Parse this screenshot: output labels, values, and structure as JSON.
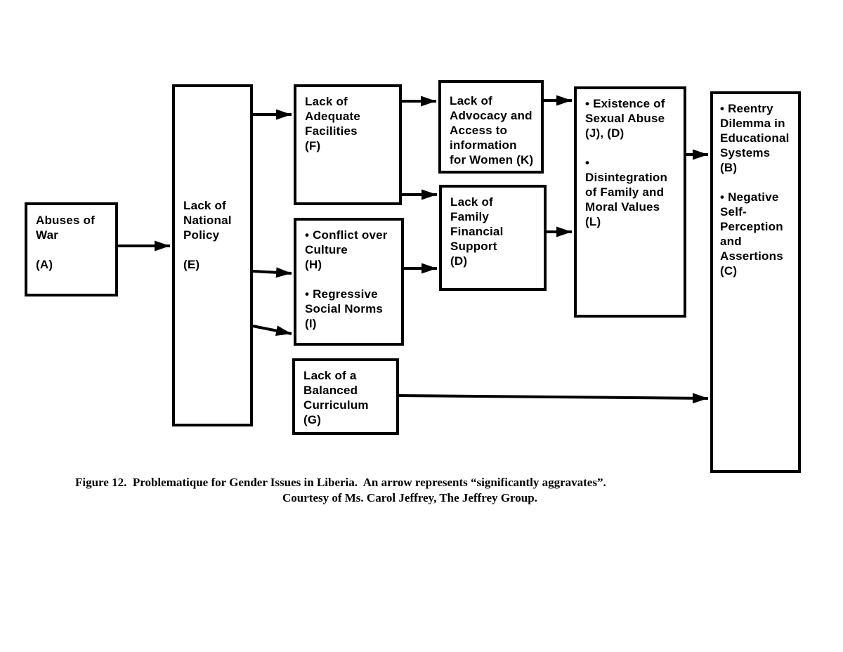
{
  "figure": {
    "caption_line1": "Figure 12.  Problematique for Gender Issues in Liberia.  An arrow represents “significantly aggravates”.",
    "caption_line2": "Courtesy of Ms. Carol Jeffrey, The Jeffrey Group."
  },
  "diagram": {
    "title": "Problematique for Gender Issues in Liberia",
    "arrow_meaning": "significantly aggravates",
    "nodes": {
      "a": {
        "id": "A",
        "text": "Abuses of\nWar\n\n(A)"
      },
      "e": {
        "id": "E",
        "text": "Lack of\nNational\nPolicy\n\n(E)"
      },
      "f": {
        "id": "F",
        "text": "Lack of\nAdequate\nFacilities\n(F)"
      },
      "hi": {
        "id": "H/I",
        "text": "• Conflict over\nCulture\n(H)\n\n• Regressive\nSocial Norms\n(I)"
      },
      "g": {
        "id": "G",
        "text": "Lack of a\nBalanced\nCurriculum\n(G)"
      },
      "k": {
        "id": "K",
        "text": "Lack of\nAdvocacy and\nAccess to\ninformation\nfor Women (K)"
      },
      "d": {
        "id": "D",
        "text": "Lack of\nFamily\nFinancial\nSupport\n(D)"
      },
      "jl": {
        "id": "J/L",
        "text": "• Existence of\nSexual Abuse\n(J), (D)\n\n•\nDisintegration\nof Family and\nMoral Values\n(L)"
      },
      "bc": {
        "id": "B/C",
        "text": "• Reentry\nDilemma in\nEducational\nSystems\n(B)\n\n• Negative\nSelf-\nPerception\nand\nAssertions\n(C)"
      }
    },
    "edges": [
      {
        "from": "A",
        "to": "E"
      },
      {
        "from": "E",
        "to": "F"
      },
      {
        "from": "E",
        "to": "H"
      },
      {
        "from": "E",
        "to": "I"
      },
      {
        "from": "F",
        "to": "K"
      },
      {
        "from": "F",
        "to": "D"
      },
      {
        "from": "H/I",
        "to": "D"
      },
      {
        "from": "K",
        "to": "J/L"
      },
      {
        "from": "D",
        "to": "J/L"
      },
      {
        "from": "J/L",
        "to": "B/C"
      },
      {
        "from": "G",
        "to": "B/C"
      }
    ],
    "colors": {
      "ink": "#000000",
      "background": "#ffffff"
    }
  }
}
